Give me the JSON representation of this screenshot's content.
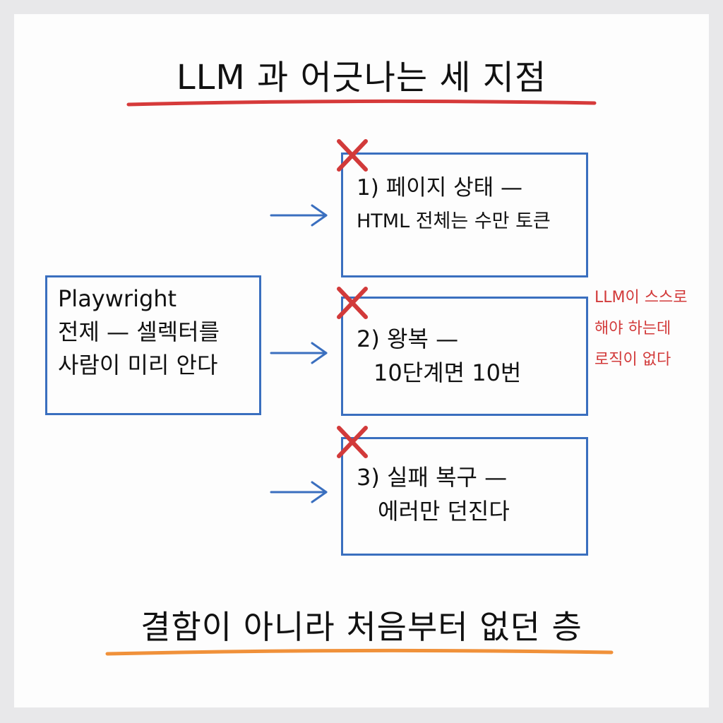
{
  "title": "LLM 과 어긋나는 세 지점",
  "premise_box": {
    "line1": "Playwright",
    "line2": "전제 — 셀렉터를",
    "line3": "사람이 미리 안다"
  },
  "points": [
    {
      "line1": "1) 페이지 상태 —",
      "line2": "HTML 전체는 수만 토큰"
    },
    {
      "line1": "2) 왕복 —",
      "line2": "10단계면 10번"
    },
    {
      "line1": "3) 실패 복구 —",
      "line2": "에러만 던진다"
    }
  ],
  "side_note": {
    "line1": "LLM이 스스로",
    "line2": "해야 하는데",
    "line3": "로직이 없다"
  },
  "footer": "결함이 아니라 처음부터 없던 층",
  "colors": {
    "box_border": "#3a6fbf",
    "arrow": "#3a6fbf",
    "cross": "#d23a3a",
    "title_underline": "#d63a3a",
    "footer_underline": "#f0913a"
  },
  "icons": {
    "arrow": "right-arrow-icon",
    "cross": "x-mark-icon"
  }
}
